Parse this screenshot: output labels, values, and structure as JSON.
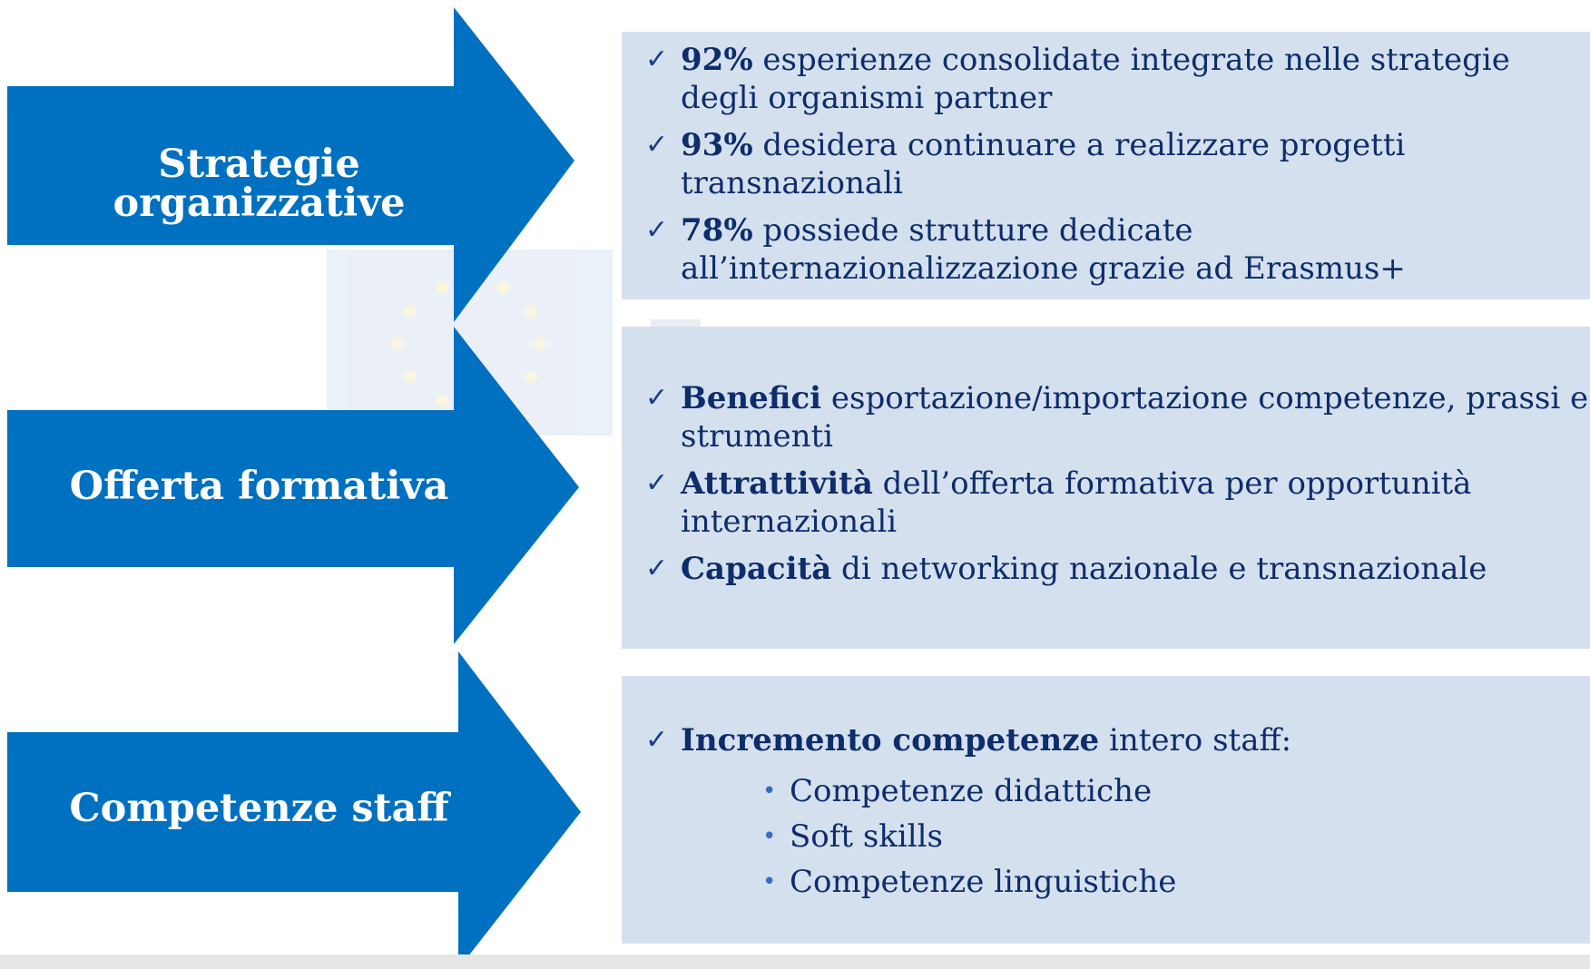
{
  "arrows": [
    {
      "label": "Strategie organizzative"
    },
    {
      "label": "Offerta formativa"
    },
    {
      "label": "Competenze staff"
    }
  ],
  "panels": [
    {
      "items": [
        {
          "bold": "92%",
          "text": " esperienze consolidate integrate nelle strategie degli organismi partner"
        },
        {
          "bold": "93%",
          "text": " desidera continuare a realizzare progetti transnazionali"
        },
        {
          "bold": "78%",
          "text": " possiede strutture dedicate all’internazionalizzazione grazie ad Erasmus+"
        }
      ]
    },
    {
      "items": [
        {
          "bold": "Benefici",
          "text": " esportazione/importazione competenze, prassi e strumenti"
        },
        {
          "bold": "Attrattività",
          "text": " dell’offerta formativa per opportunità internazionali"
        },
        {
          "bold": "Capacità",
          "text": " di networking nazionale e transnazionale"
        }
      ]
    },
    {
      "items": [
        {
          "bold": "Incremento competenze",
          "text": " intero staff:"
        }
      ],
      "subitems": [
        "Competenze didattiche",
        "Soft skills",
        "Competenze linguistiche"
      ]
    }
  ],
  "check_icon": "✓",
  "bullet_icon": "•",
  "watermark_text": "Erasmus+",
  "colors": {
    "arrow": "#0070c0",
    "panel": "#d5e0ee",
    "text": "#0d2d6b"
  }
}
